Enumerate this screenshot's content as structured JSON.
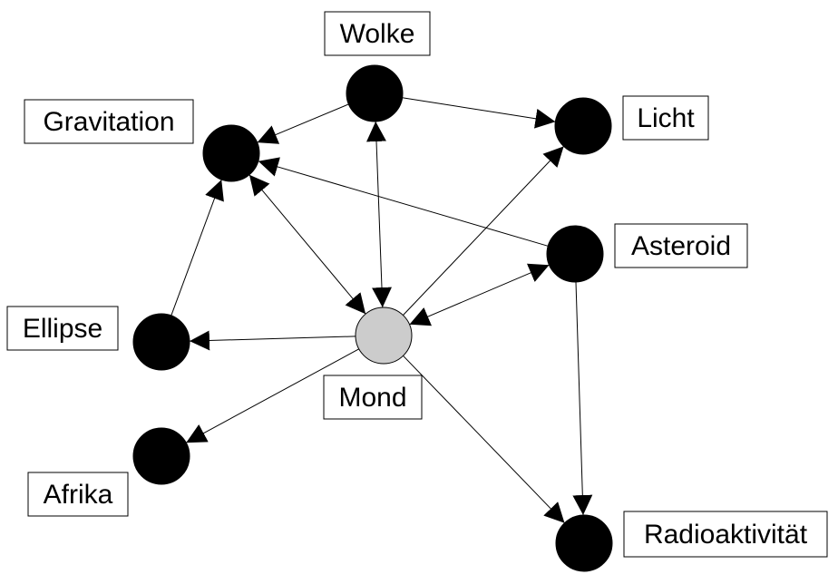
{
  "diagram": {
    "type": "directed-graph",
    "colors": {
      "node_fill": "#000000",
      "center_node_fill": "#cccccc",
      "edge": "#000000",
      "label_border": "#000000"
    },
    "nodes": [
      {
        "id": "wolke",
        "label": "Wolke"
      },
      {
        "id": "gravitation",
        "label": "Gravitation"
      },
      {
        "id": "licht",
        "label": "Licht"
      },
      {
        "id": "asteroid",
        "label": "Asteroid"
      },
      {
        "id": "ellipse",
        "label": "Ellipse"
      },
      {
        "id": "mond",
        "label": "Mond",
        "highlighted": true
      },
      {
        "id": "afrika",
        "label": "Afrika"
      },
      {
        "id": "radioaktivitaet",
        "label": "Radioaktivität"
      }
    ],
    "edges": [
      {
        "from": "wolke",
        "to": "gravitation",
        "bidirectional": false
      },
      {
        "from": "wolke",
        "to": "licht",
        "bidirectional": false
      },
      {
        "from": "wolke",
        "to": "mond",
        "bidirectional": true
      },
      {
        "from": "asteroid",
        "to": "gravitation",
        "bidirectional": false
      },
      {
        "from": "gravitation",
        "to": "mond",
        "bidirectional": true
      },
      {
        "from": "ellipse",
        "to": "gravitation",
        "bidirectional": false
      },
      {
        "from": "mond",
        "to": "ellipse",
        "bidirectional": false
      },
      {
        "from": "mond",
        "to": "licht",
        "bidirectional": false
      },
      {
        "from": "mond",
        "to": "asteroid",
        "bidirectional": true
      },
      {
        "from": "mond",
        "to": "afrika",
        "bidirectional": false
      },
      {
        "from": "mond",
        "to": "radioaktivitaet",
        "bidirectional": false
      },
      {
        "from": "asteroid",
        "to": "radioaktivitaet",
        "bidirectional": false
      }
    ]
  }
}
